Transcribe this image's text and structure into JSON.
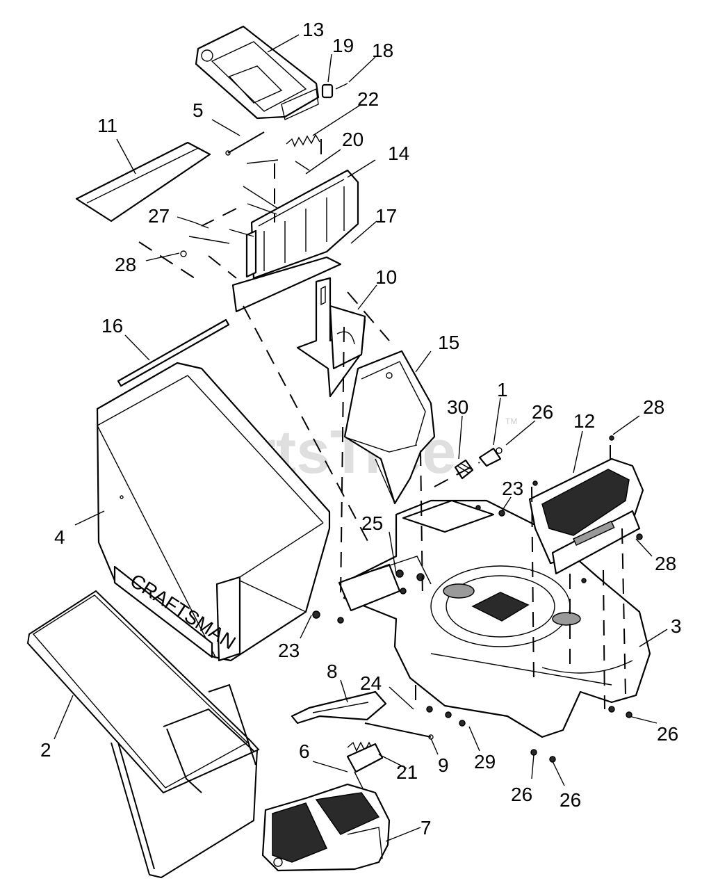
{
  "watermark": {
    "text": "PartsTree",
    "tm": "TM"
  },
  "bag_logo_text": "CRAFTSMAN",
  "callouts": [
    {
      "id": "c13",
      "text": "13"
    },
    {
      "id": "c19",
      "text": "19"
    },
    {
      "id": "c18",
      "text": "18"
    },
    {
      "id": "c5",
      "text": "5"
    },
    {
      "id": "c22",
      "text": "22"
    },
    {
      "id": "c11",
      "text": "11"
    },
    {
      "id": "c20",
      "text": "20"
    },
    {
      "id": "c14",
      "text": "14"
    },
    {
      "id": "c27",
      "text": "27"
    },
    {
      "id": "c17",
      "text": "17"
    },
    {
      "id": "c28a",
      "text": "28"
    },
    {
      "id": "c10",
      "text": "10"
    },
    {
      "id": "c16",
      "text": "16"
    },
    {
      "id": "c15",
      "text": "15"
    },
    {
      "id": "c1",
      "text": "1"
    },
    {
      "id": "c30",
      "text": "30"
    },
    {
      "id": "c26a",
      "text": "26"
    },
    {
      "id": "c12",
      "text": "12"
    },
    {
      "id": "c28b",
      "text": "28"
    },
    {
      "id": "c23a",
      "text": "23"
    },
    {
      "id": "c4",
      "text": "4"
    },
    {
      "id": "c25",
      "text": "25"
    },
    {
      "id": "c28c",
      "text": "28"
    },
    {
      "id": "c3",
      "text": "3"
    },
    {
      "id": "c23b",
      "text": "23"
    },
    {
      "id": "c8",
      "text": "8"
    },
    {
      "id": "c24",
      "text": "24"
    },
    {
      "id": "c26b",
      "text": "26"
    },
    {
      "id": "c2",
      "text": "2"
    },
    {
      "id": "c6",
      "text": "6"
    },
    {
      "id": "c21",
      "text": "21"
    },
    {
      "id": "c9",
      "text": "9"
    },
    {
      "id": "c29",
      "text": "29"
    },
    {
      "id": "c26c",
      "text": "26"
    },
    {
      "id": "c26d",
      "text": "26"
    },
    {
      "id": "c7",
      "text": "7"
    }
  ]
}
